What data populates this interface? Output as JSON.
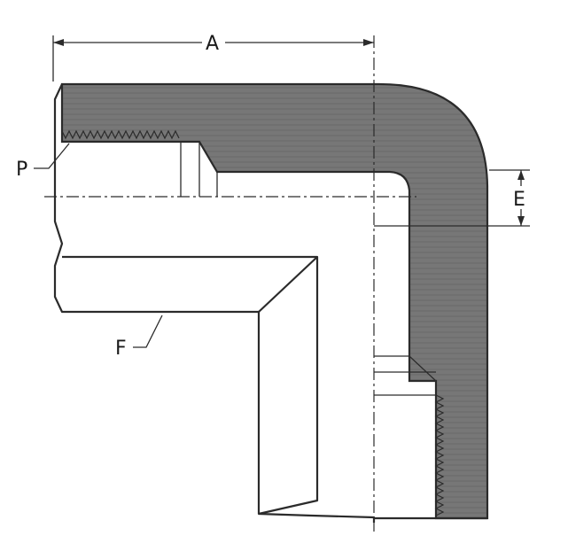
{
  "diagram": {
    "labels": {
      "a": "A",
      "e": "E",
      "f": "F",
      "p": "P"
    },
    "colors": {
      "section_fill": "#777777",
      "outline": "#2b2b2b",
      "background": "#ffffff"
    }
  }
}
